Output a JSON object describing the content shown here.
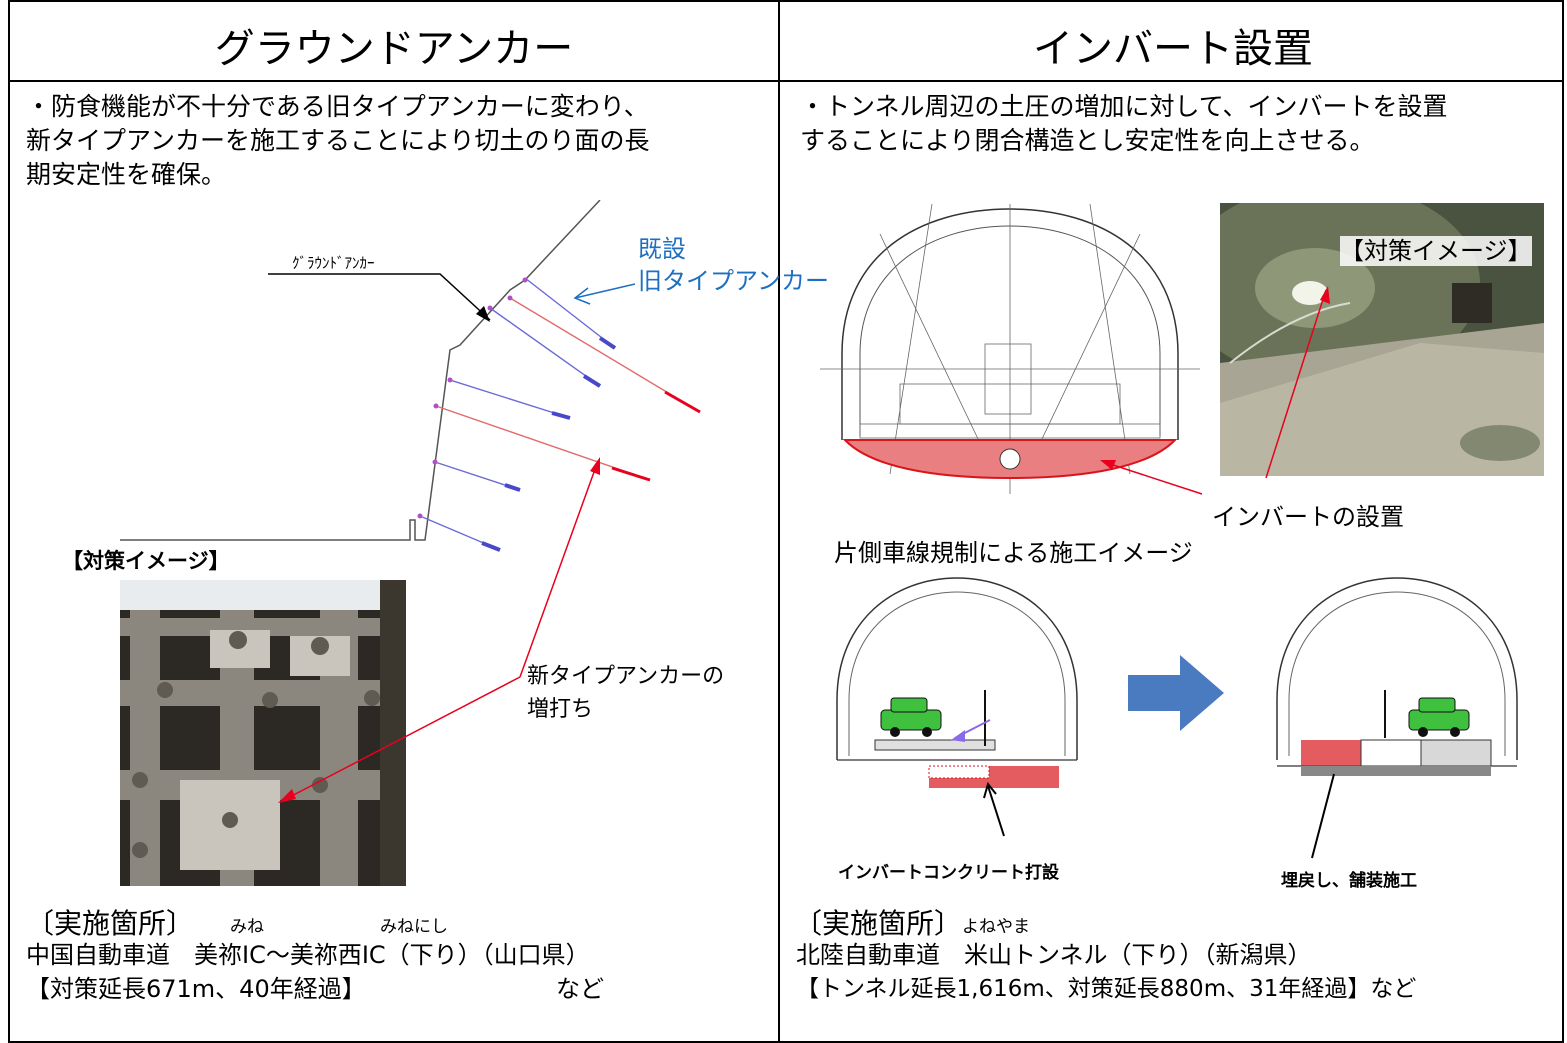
{
  "left": {
    "title": "グラウンドアンカー",
    "desc_line1": "・防食機能が不十分である旧タイプアンカーに変わり、",
    "desc_line2": "新タイプアンカーを施工することにより切土のり面の長",
    "desc_line3": "期安定性を確保。",
    "diagram_label_anchor": "ｸﾞﾗｳﾝﾄﾞｱﾝｶｰ",
    "existing_label_1": "既設",
    "existing_label_2": "旧タイプアンカー",
    "image_caption": "【対策イメージ】",
    "new_anchor_label_1": "新タイプアンカーの",
    "new_anchor_label_2": "増打ち",
    "site_heading": "〔実施箇所〕",
    "ruby_1": "みね",
    "ruby_2": "みねにし",
    "site_line1": "中国自動車道　美祢IC～美祢西IC（下り）（山口県）",
    "site_line2": "【対策延長671m、40年経過】",
    "site_suffix": "など"
  },
  "right": {
    "title": "インバート設置",
    "desc_line1": "・トンネル周辺の土圧の増加に対して、インバートを設置",
    "desc_line2": "することにより閉合構造とし安定性を向上させる。",
    "image_caption": "【対策イメージ】",
    "invert_label": "インバートの設置",
    "lane_label": "片側車線規制による施工イメージ",
    "pour_label": "インバートコンクリート打設",
    "backfill_label": "埋戻し、舗装施工",
    "site_heading": "〔実施箇所〕",
    "ruby_1": "よねやま",
    "site_line1": "北陸自動車道　米山トンネル（下り）（新潟県）",
    "site_line2": "【トンネル延長1,616m、対策延長880m、31年経過】など"
  },
  "colors": {
    "red": "#e8001c",
    "blue_label": "#1e6fc0",
    "arrow_blue": "#4a7bc0",
    "hatch": "#d9161c"
  }
}
